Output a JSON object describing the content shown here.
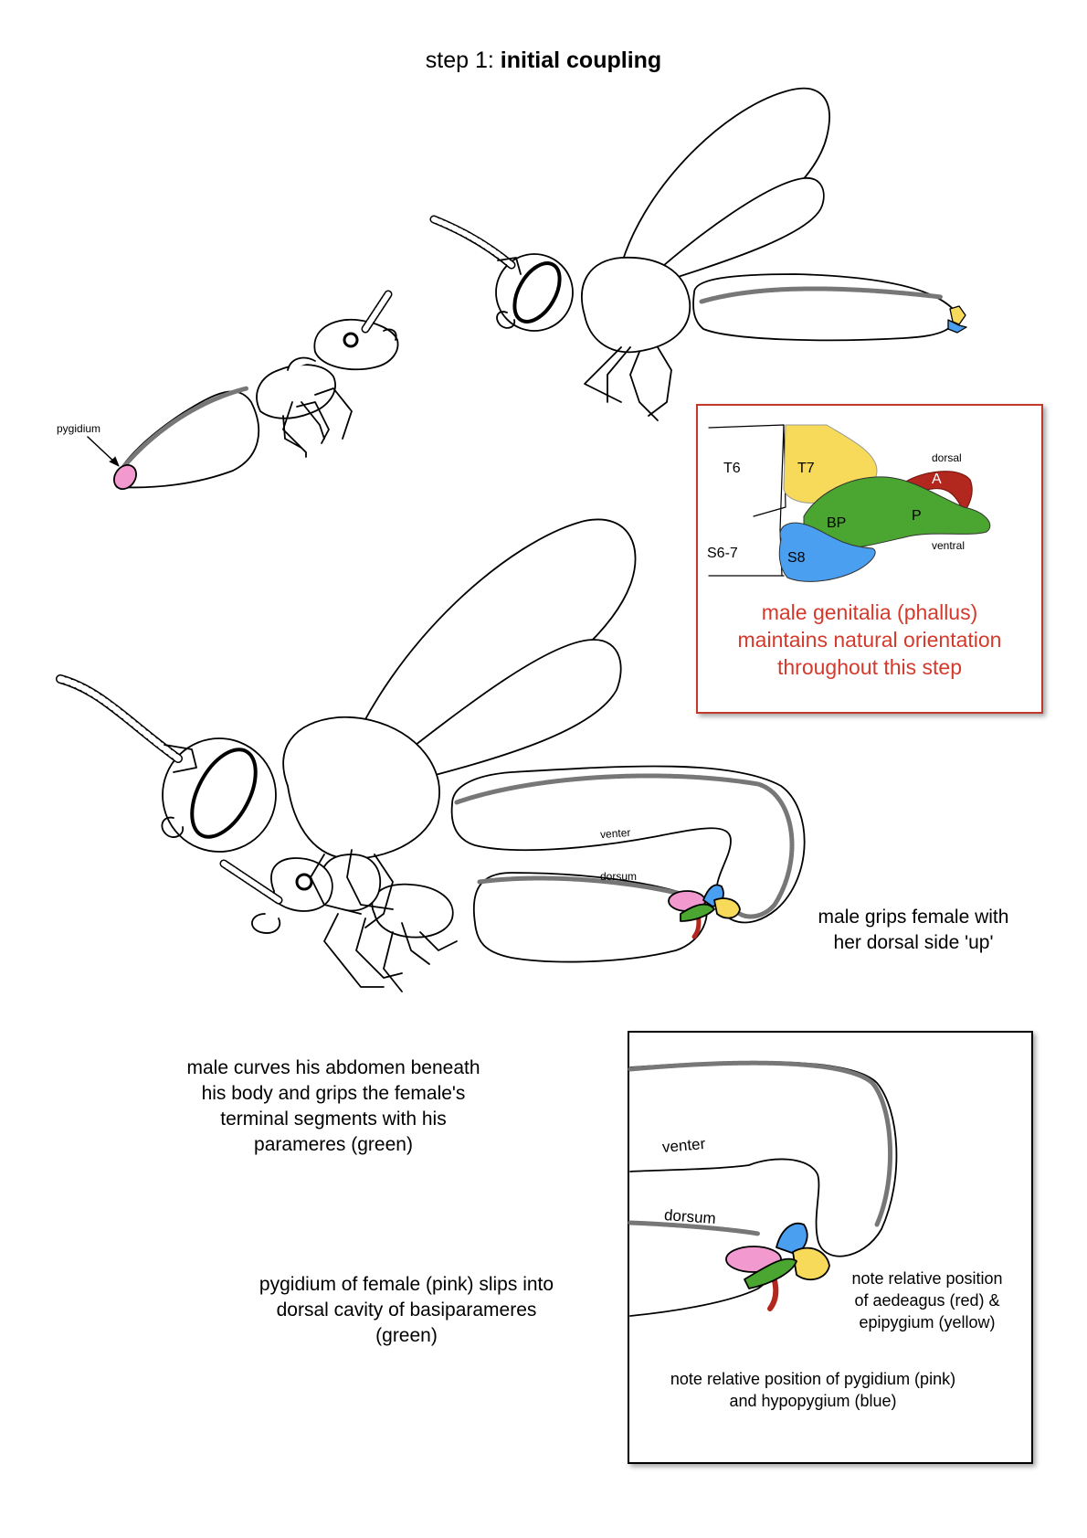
{
  "title": {
    "prefix": "step 1: ",
    "bold": "initial coupling"
  },
  "labels": {
    "pygidium": "pygidium",
    "venter": "venter",
    "dorsum": "dorsum"
  },
  "inset_phallus": {
    "segments": [
      "T6",
      "T7",
      "S6-7",
      "S8",
      "BP",
      "P",
      "A"
    ],
    "dorsal": "dorsal",
    "ventral": "ventral",
    "note": "male genitalia (phallus) maintains natural orientation throughout this step",
    "note_lines": [
      "male genitalia (phallus)",
      "maintains natural orientation",
      "throughout this step"
    ]
  },
  "captions": {
    "grip_lines": [
      "male grips female with",
      "her dorsal side 'up'"
    ],
    "curve_lines": [
      "male curves his abdomen beneath",
      "his body and grips the female's",
      "terminal segments with his",
      "parameres (green)"
    ],
    "pygidium_lines": [
      "pygidium of female (pink) slips into",
      "dorsal cavity of basiparameres",
      "(green)"
    ]
  },
  "inset_detail": {
    "venter": "venter",
    "dorsum": "dorsum",
    "note1_lines": [
      "note relative position",
      "of aedeagus (red) &",
      "epipygium (yellow)"
    ],
    "note2_lines": [
      "note relative position of pygidium (pink)",
      "and hypopygium (blue)"
    ]
  },
  "colors": {
    "pygidium": "#f29ad0",
    "basiparameres": "#4aa630",
    "aedeagus": "#b3281e",
    "epipygium": "#f7da5a",
    "hypopygium": "#4a9ff0",
    "red_note": "#d33a2c"
  }
}
